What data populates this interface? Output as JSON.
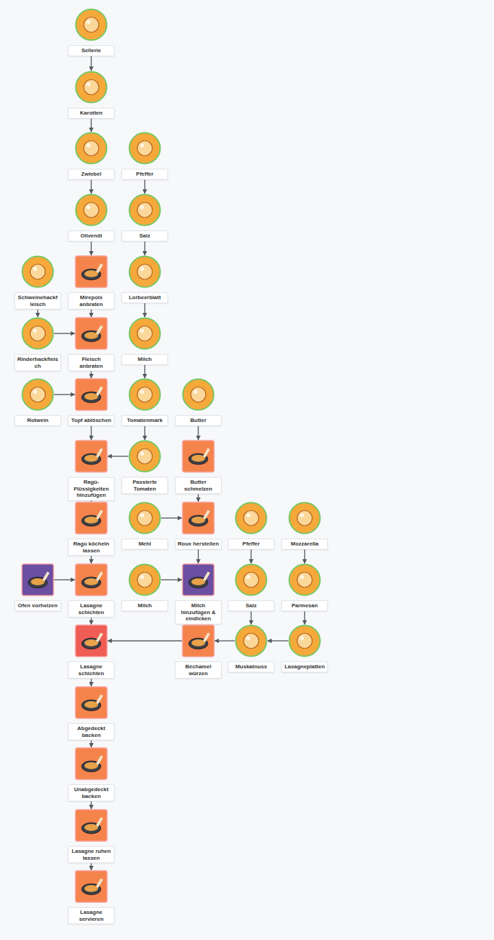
{
  "diagram": {
    "nodes": [
      {
        "text": [
          "Sellerie"
        ]
      },
      {
        "text": [
          "Karotten"
        ]
      },
      {
        "text": [
          "Zwiebel"
        ]
      },
      {
        "text": [
          "Pfeffer"
        ]
      },
      {
        "text": [
          "Olivenöl"
        ]
      },
      {
        "text": [
          "Salz"
        ]
      },
      {
        "text": [
          "Schweinehackfleisch"
        ]
      },
      {
        "text": [
          "Mirepoix anbraten"
        ]
      },
      {
        "text": [
          "Lorbeerblatt"
        ]
      },
      {
        "text": [
          "Rinderhackfleisch"
        ]
      },
      {
        "text": [
          "Fleisch anbraten"
        ]
      },
      {
        "text": [
          "Milch"
        ]
      },
      {
        "text": [
          "Rotwein"
        ]
      },
      {
        "text": [
          "Topf ablöschen"
        ]
      },
      {
        "text": [
          "Tomatenmark"
        ]
      },
      {
        "text": [
          "Butter"
        ]
      },
      {
        "text": [
          "Ragù-Flüssigkeiten hinzufügen"
        ]
      },
      {
        "text": [
          "Passierte Tomaten"
        ]
      },
      {
        "text": [
          "Butter schmelzen"
        ]
      },
      {
        "text": [
          "Ragù köcheln lassen"
        ]
      },
      {
        "text": [
          "Mehl"
        ]
      },
      {
        "text": [
          "Roux herstellen"
        ]
      },
      {
        "text": [
          "Pfeffer"
        ]
      },
      {
        "text": [
          "Mozzarella"
        ]
      },
      {
        "text": [
          "Ofen vorheizen"
        ]
      },
      {
        "text": [
          "Lasagne schichten"
        ]
      },
      {
        "text": [
          "Milch"
        ]
      },
      {
        "text": [
          "Milch hinzufügen & eindicken"
        ]
      },
      {
        "text": [
          "Salz"
        ]
      },
      {
        "text": [
          "Parmesan"
        ]
      },
      {
        "text": [
          "Lasagne schichten"
        ]
      },
      {
        "text": [
          "Béchamel würzen"
        ]
      },
      {
        "text": [
          "Muskatnuss"
        ]
      },
      {
        "text": [
          "Lasagneplatten"
        ]
      },
      {
        "text": [
          "Abgedeckt backen"
        ]
      },
      {
        "text": [
          "Unabgedeckt backen"
        ]
      },
      {
        "text": [
          "Lasagne ruhen lassen"
        ]
      },
      {
        "text": [
          "Lasagne servieren"
        ]
      }
    ],
    "edges": [
      {
        "from": 0,
        "to": 1,
        "arrow": "to"
      },
      {
        "from": 1,
        "to": 2,
        "arrow": "to"
      },
      {
        "from": 2,
        "to": 4,
        "arrow": "to"
      },
      {
        "from": 4,
        "to": 7,
        "arrow": "to"
      },
      {
        "from": 7,
        "to": 10,
        "arrow": "to"
      },
      {
        "from": 10,
        "to": 13,
        "arrow": "to"
      },
      {
        "from": 13,
        "to": 16,
        "arrow": "to"
      },
      {
        "from": 16,
        "to": 19,
        "arrow": "to"
      },
      {
        "from": 19,
        "to": 25,
        "arrow": "to"
      },
      {
        "from": 25,
        "to": 30,
        "arrow": "to"
      },
      {
        "from": 30,
        "to": 34,
        "arrow": "to"
      },
      {
        "from": 34,
        "to": 35,
        "arrow": "to"
      },
      {
        "from": 35,
        "to": 36,
        "arrow": "to"
      },
      {
        "from": 36,
        "to": 37,
        "arrow": "to"
      },
      {
        "from": 3,
        "to": 5,
        "arrow": "to"
      },
      {
        "from": 5,
        "to": 8,
        "arrow": "to"
      },
      {
        "from": 8,
        "to": 11,
        "arrow": "to"
      },
      {
        "from": 11,
        "to": 14,
        "arrow": "to"
      },
      {
        "from": 14,
        "to": 17,
        "arrow": "to"
      },
      {
        "from": 17,
        "to": 16,
        "arrow": "to"
      },
      {
        "from": 6,
        "to": 9,
        "arrow": "to"
      },
      {
        "from": 9,
        "to": 10,
        "arrow": "to"
      },
      {
        "from": 12,
        "to": 13,
        "arrow": "to"
      },
      {
        "from": 15,
        "to": 18,
        "arrow": "to"
      },
      {
        "from": 18,
        "to": 21,
        "arrow": "to"
      },
      {
        "from": 20,
        "to": 21,
        "arrow": "to"
      },
      {
        "from": 21,
        "to": 27,
        "arrow": "to"
      },
      {
        "from": 26,
        "to": 27,
        "arrow": "to"
      },
      {
        "from": 27,
        "to": 31,
        "arrow": "to"
      },
      {
        "from": 22,
        "to": 28,
        "arrow": "to"
      },
      {
        "from": 28,
        "to": 32,
        "arrow": "to"
      },
      {
        "from": 32,
        "to": 31,
        "arrow": "to"
      },
      {
        "from": 23,
        "to": 29,
        "arrow": "to"
      },
      {
        "from": 29,
        "to": 33,
        "arrow": "to"
      },
      {
        "from": 33,
        "to": 32,
        "arrow": "to"
      },
      {
        "from": 24,
        "to": 25,
        "arrow": "to"
      },
      {
        "from": 31,
        "to": 30,
        "arrow": "to"
      }
    ]
  }
}
